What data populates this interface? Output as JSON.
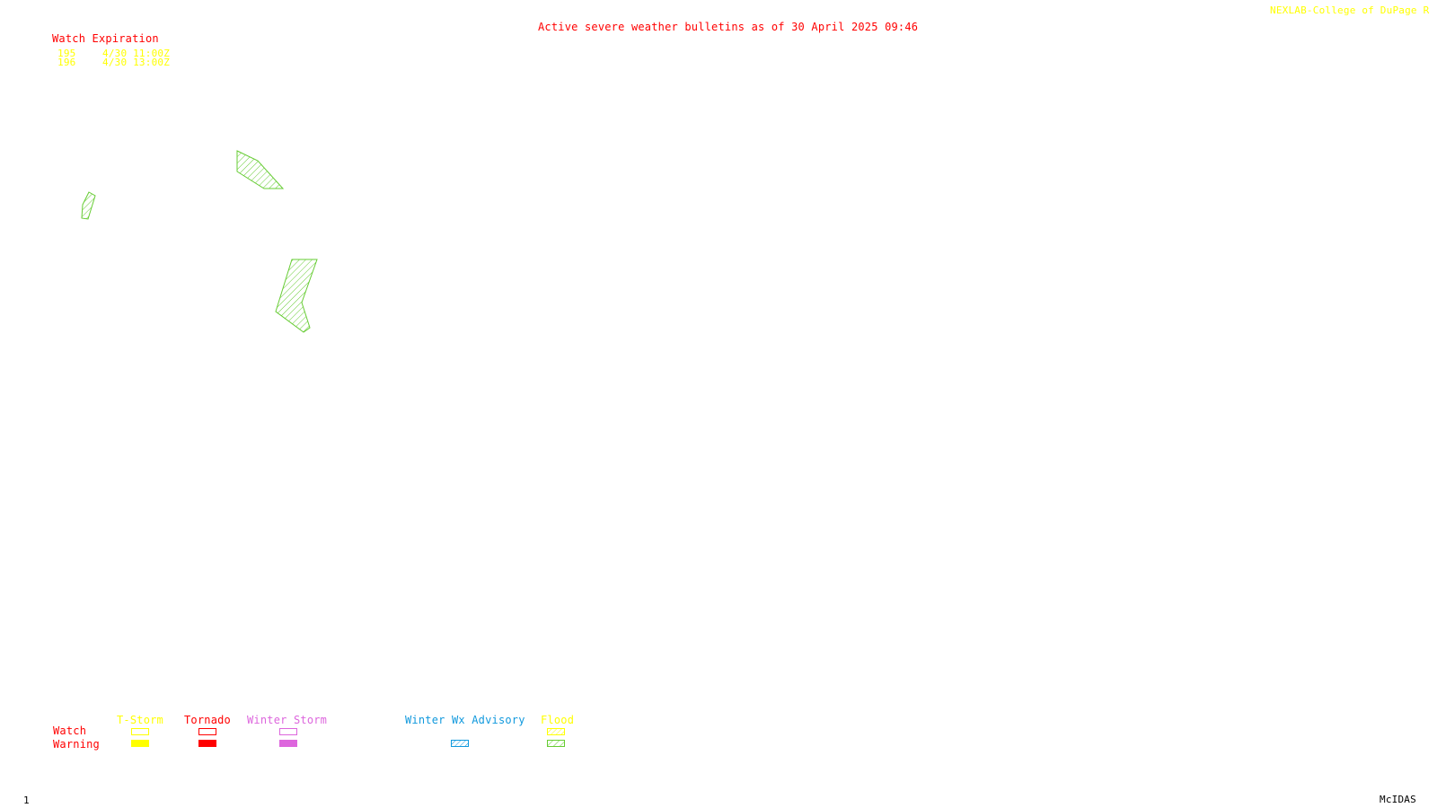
{
  "title": "Active severe weather bulletins as of 30 April 2025 09:46",
  "credit": "NEXLAB-College of DuPage R",
  "watch_table": {
    "header": "Watch Expiration",
    "rows": [
      {
        "number": "195",
        "expiration": "4/30 11:00Z"
      },
      {
        "number": "196",
        "expiration": "4/30 13:00Z"
      }
    ]
  },
  "active_products": [
    {
      "type": "Flood",
      "level": "Warning",
      "count": 3,
      "fill": "hatched",
      "color": "#66cc33"
    }
  ],
  "legend": {
    "row_labels": {
      "watch": "Watch",
      "warning": "Warning"
    },
    "categories": [
      {
        "name": "T-Storm",
        "color": "#ffff00",
        "watch": "outline",
        "warning": "solid"
      },
      {
        "name": "Tornado",
        "color": "#ff0000",
        "watch": "outline",
        "warning": "solid"
      },
      {
        "name": "Winter Storm",
        "color": "#dd66dd",
        "watch": "outline",
        "warning": "solid"
      },
      {
        "name": "Winter Wx Advisory",
        "color": "#1199dd",
        "watch": "none",
        "warning": "hatched"
      },
      {
        "name": "Flood",
        "color": "#ffff00",
        "watch_color": "#ffff00",
        "warning_color": "#66cc33",
        "watch": "hatched",
        "warning": "hatched"
      }
    ]
  },
  "frame_number": "1",
  "brand": "McIDAS"
}
